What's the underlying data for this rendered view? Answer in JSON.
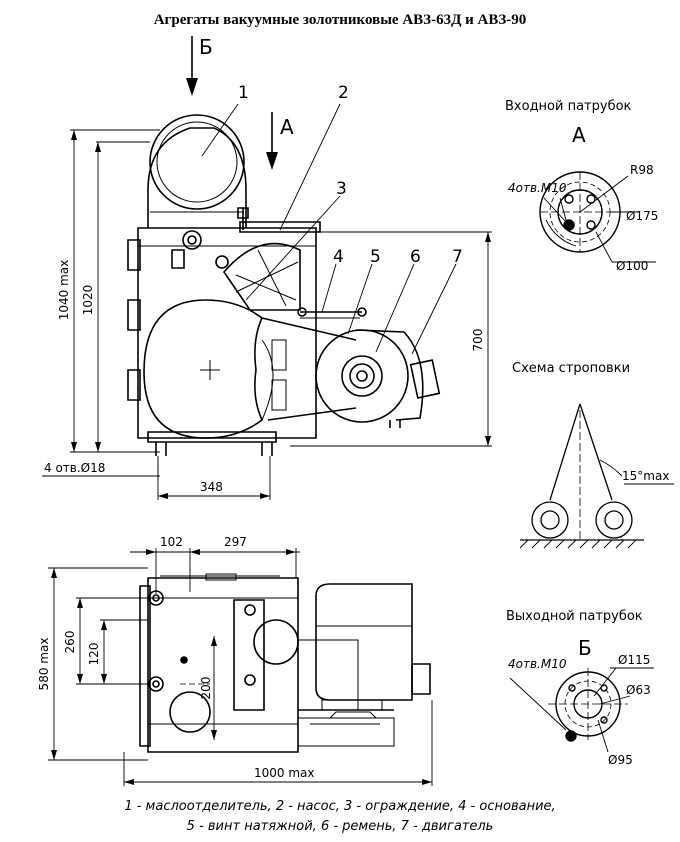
{
  "title": "Агрегаты вакуумные золотниковые АВЗ-63Д и АВЗ-90",
  "views": {
    "b": "Б",
    "a": "А"
  },
  "callouts": [
    "1",
    "2",
    "3",
    "4",
    "5",
    "6",
    "7"
  ],
  "front_dims": {
    "h1040": "1040 max",
    "h1020": "1020",
    "h700": "700",
    "holes": "4 отв.Ø18",
    "w348": "348"
  },
  "top_dims": {
    "w102": "102",
    "w297": "297",
    "h580": "580 max",
    "h260": "260",
    "h120": "120",
    "h200": "200",
    "w1000": "1000 max"
  },
  "inlet": {
    "title": "Входной патрубок",
    "letter": "А",
    "holes": "4отв.М10",
    "r98": "R98",
    "d175": "Ø175",
    "d100": "Ø100"
  },
  "sling": {
    "title": "Схема строповки",
    "angle": "15°max"
  },
  "outlet": {
    "title": "Выходной патрубок",
    "letter": "Б",
    "holes": "4отв.М10",
    "d115": "Ø115",
    "d63": "Ø63",
    "d95": "Ø95"
  },
  "legend": {
    "line1": "1 - маслоотделитель, 2 - насос, 3 - ограждение, 4 - основание,",
    "line2": "5 - винт натяжной, 6 - ремень, 7 - двигатель"
  }
}
